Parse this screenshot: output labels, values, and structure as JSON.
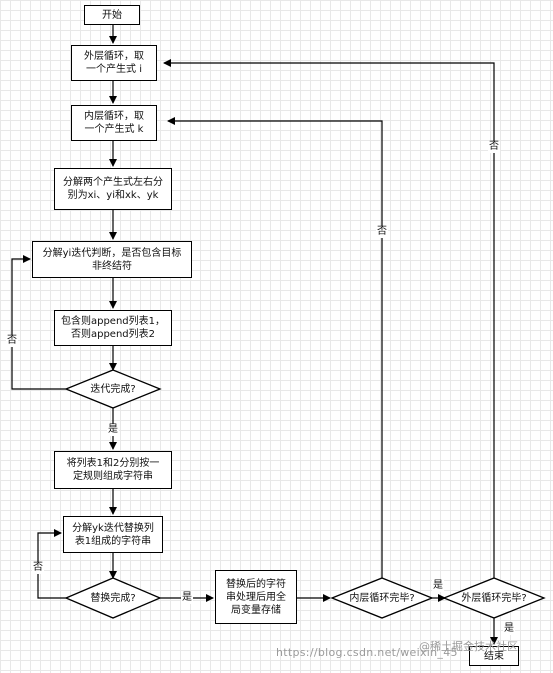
{
  "nodes": {
    "start": "开始",
    "outer_loop": "外层循环，取\n一个产生式 i",
    "inner_loop": "内层循环，取\n一个产生式 k",
    "split": "分解两个产生式左右分\n别为xi、yi和xk、yk",
    "yi_iter": "分解yi迭代判断，是否包含目标\n非终结符",
    "append": "包含则append列表1，\n否则append列表2",
    "iter_done": "迭代完成?",
    "compose": "将列表1和2分别按一\n定规则组成字符串",
    "yk_iter": "分解yk迭代替换列\n表1组成的字符串",
    "replace_done": "替换完成?",
    "store": "替换后的字符\n串处理后用全\n局变量存储",
    "inner_done": "内层循环完毕?",
    "outer_done": "外层循环完毕?",
    "end": "结束"
  },
  "edge_labels": {
    "iter_no": "否",
    "iter_yes": "是",
    "replace_no": "否",
    "replace_yes": "是",
    "inner_no": "否",
    "inner_yes": "是",
    "outer_no": "否",
    "outer_yes": "是"
  },
  "watermark": "https://blog.csdn.net/weixin_45",
  "watermark_brand": "@稀土掘金技术社区"
}
